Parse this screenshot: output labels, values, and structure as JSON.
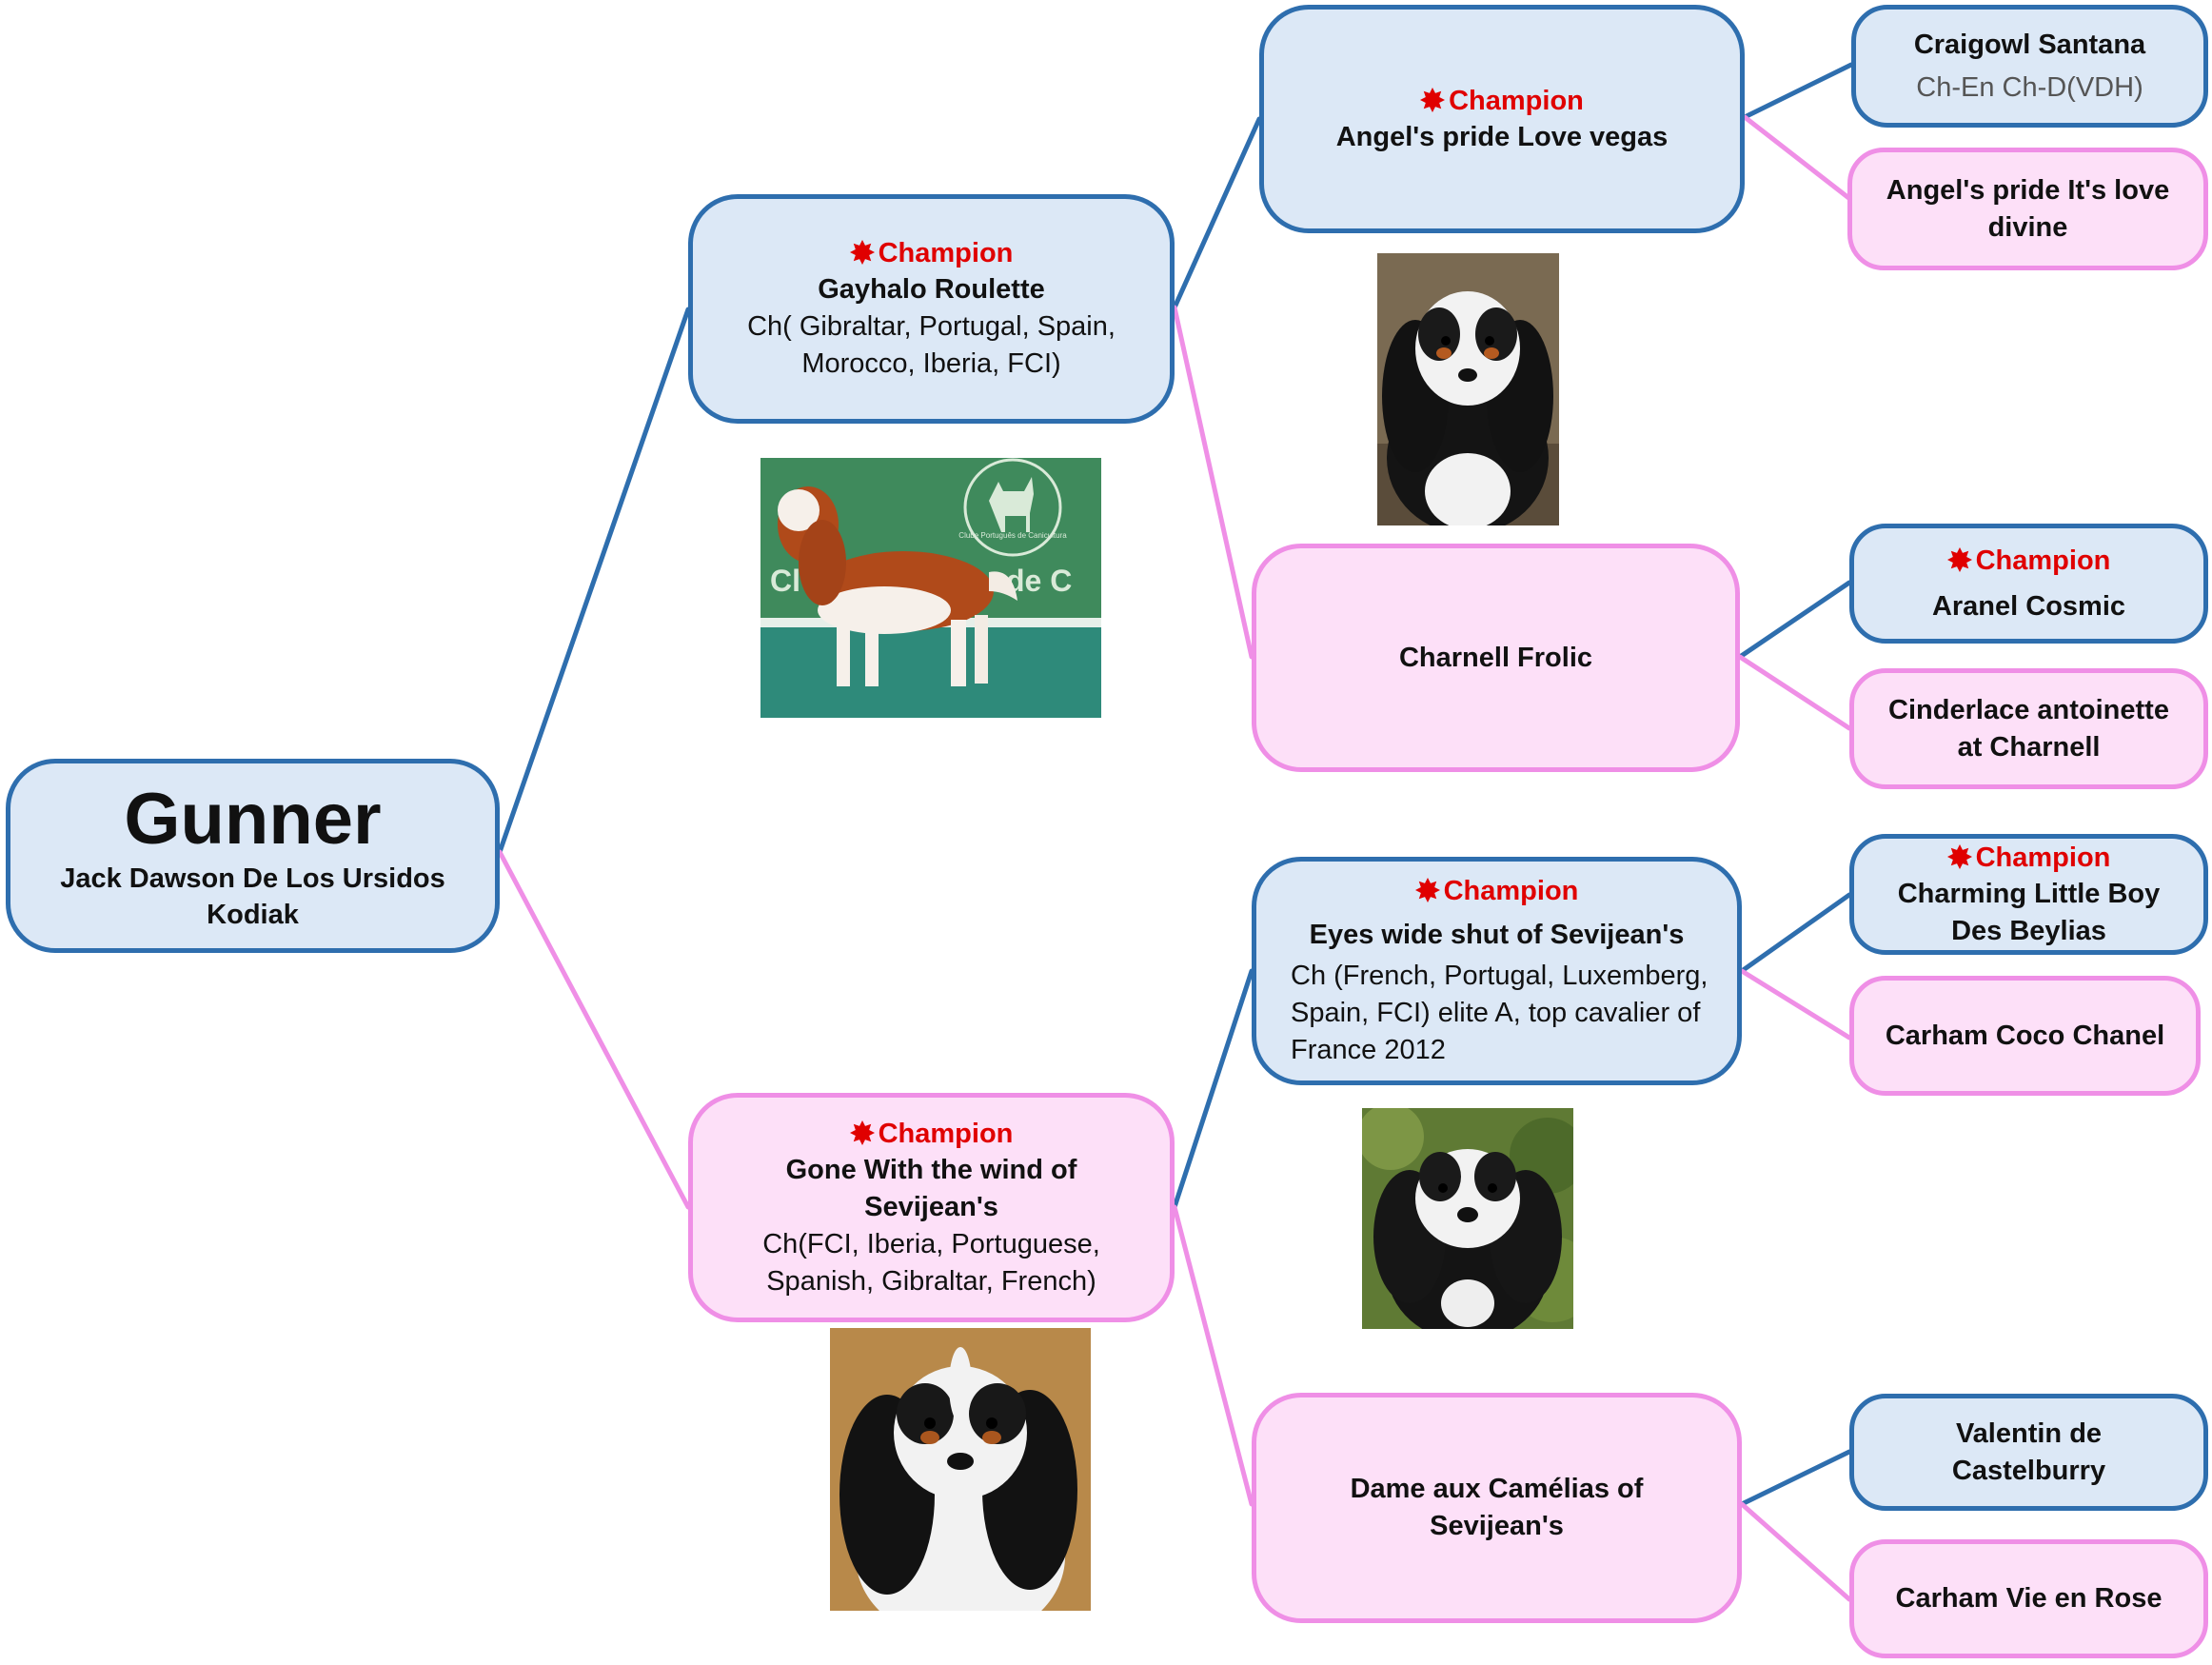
{
  "root": {
    "name": "Gunner",
    "subtitle": "Jack Dawson De Los Ursidos Kodiak"
  },
  "champion_label": "Champion",
  "sire": {
    "name": "Gayhalo Roulette",
    "titles": "Ch( Gibraltar, Portugal, Spain, Morocco, Iberia, FCI)",
    "champion": true
  },
  "dam": {
    "name": "Gone With the wind of Sevijean's",
    "titles": "Ch(FCI, Iberia, Portuguese, Spanish, Gibraltar, French)",
    "champion": true
  },
  "sire_sire": {
    "name": "Angel's pride Love vegas",
    "champion": true
  },
  "sire_dam": {
    "name": "Charnell Frolic",
    "champion": false
  },
  "dam_sire": {
    "name": "Eyes wide shut of Sevijean's",
    "titles": "Ch (French, Portugal, Luxemberg, Spain, FCI)  elite A, top cavalier of France 2012",
    "champion": true
  },
  "dam_dam": {
    "name": "Dame aux Camélias of Sevijean's",
    "champion": false
  },
  "great_grandparents": {
    "ss_sire": {
      "name": "Craigowl Santana",
      "titles": "Ch-En Ch-D(VDH)"
    },
    "ss_dam": {
      "name": "Angel's pride It's love divine"
    },
    "sd_sire": {
      "name": "Aranel Cosmic",
      "champion": true
    },
    "sd_dam": {
      "name": "Cinderlace antoinette at Charnell"
    },
    "ds_sire": {
      "name": "Charming Little Boy Des Beylias",
      "champion": true
    },
    "ds_dam": {
      "name": "Carham Coco Chanel"
    },
    "dd_sire": {
      "name": "Valentin de Castelburry"
    },
    "dd_dam": {
      "name": "Carham Vie en Rose"
    }
  },
  "colors": {
    "sire_line": "#2e6eae",
    "dam_line": "#ef8fe6",
    "sire_fill": "#dce8f6",
    "dam_fill": "#fde0f8",
    "champion": "#e00000"
  },
  "photos": {
    "sire_photo": "show-dog-photo",
    "sire_sire_photo": "dog-portrait-photo",
    "dam_sire_photo": "dog-portrait-photo",
    "dam_photo": "dog-portrait-photo",
    "sire_photo_logo_text": "Clube Português de Canicultura"
  }
}
